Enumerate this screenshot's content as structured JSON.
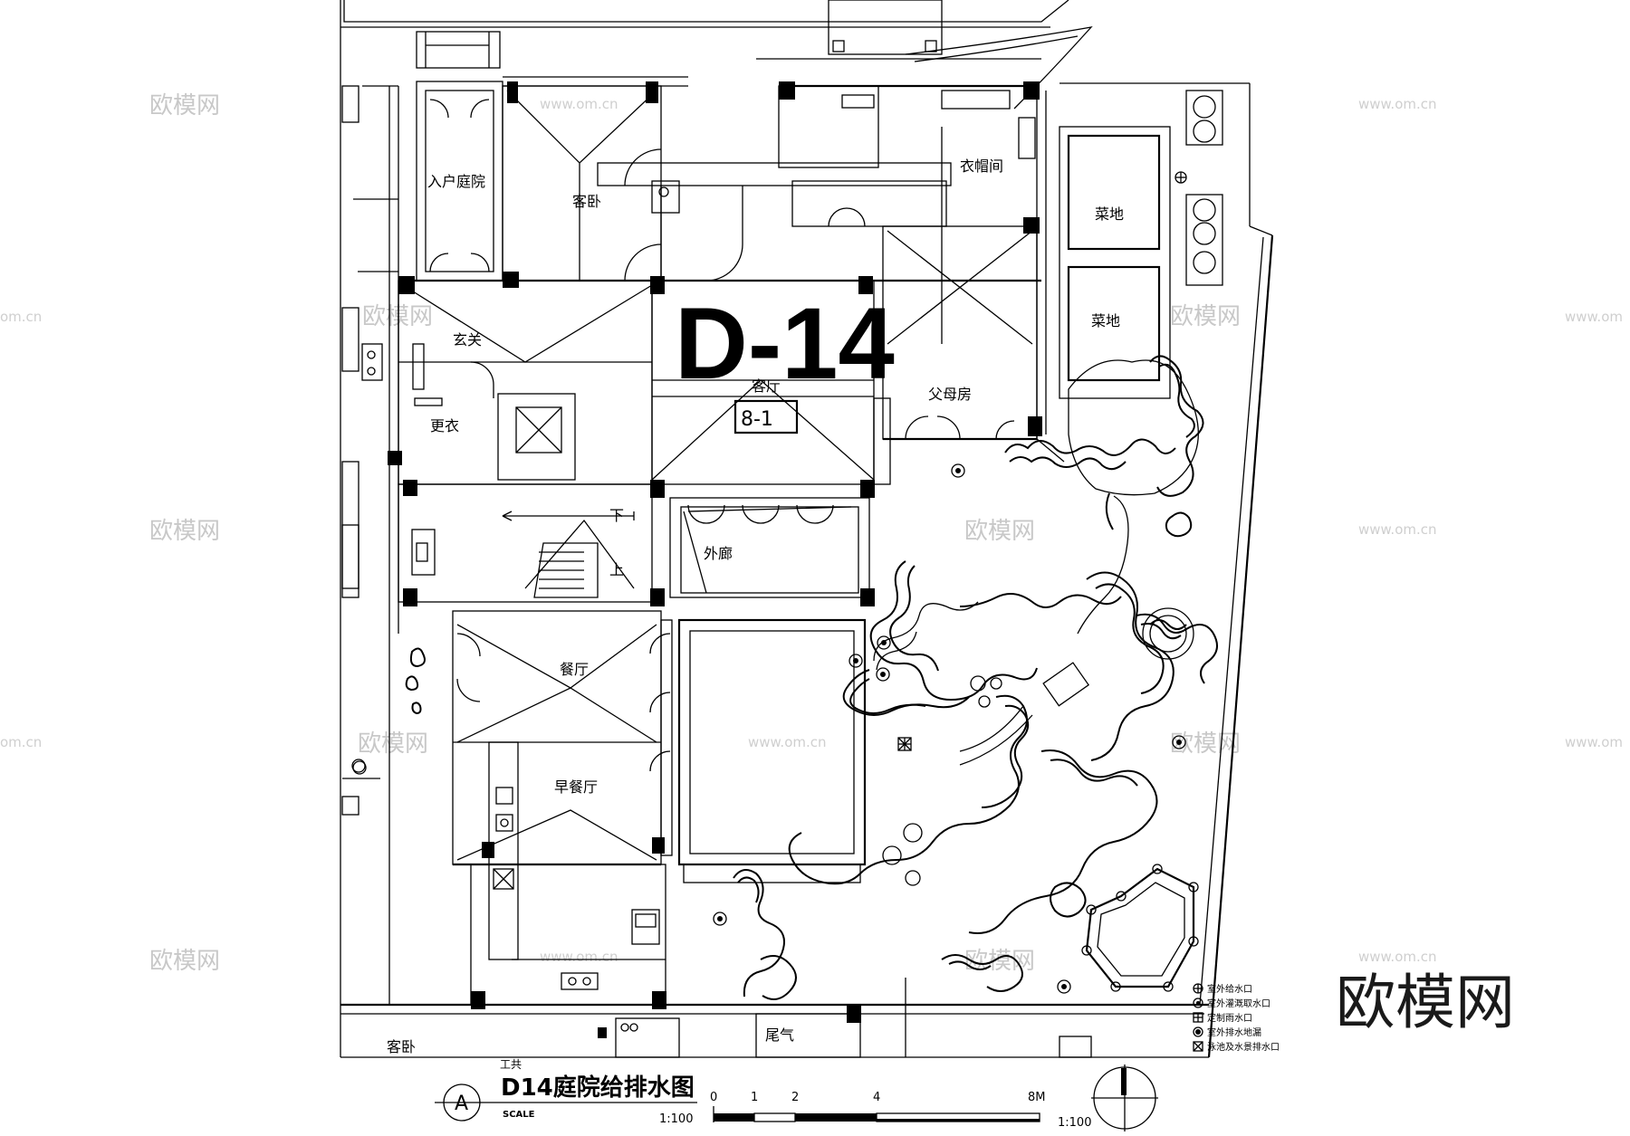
{
  "plan": {
    "code": "D-14",
    "sub_code": "8-1",
    "rooms": {
      "entry_courtyard": "入户庭院",
      "guest_bedroom": "客卧",
      "cloakroom": "衣帽间",
      "vegetable_plot_1": "菜地",
      "vegetable_plot_2": "菜地",
      "foyer": "玄关",
      "living_room": "客厅",
      "parents_room": "父母房",
      "changing_room": "更衣",
      "stair_down": "下",
      "stair_up": "上",
      "veranda": "外廊",
      "dining_room": "餐厅",
      "breakfast_room": "早餐厅",
      "guest_bedroom_lower": "客卧",
      "exhaust": "尾气",
      "partial_label": "工共"
    }
  },
  "legend": [
    {
      "icon": "outdoor-water-supply-icon",
      "text": "室外给水口"
    },
    {
      "icon": "outdoor-irrigation-icon",
      "text": "室外灌溉取水口"
    },
    {
      "icon": "custom-drain-icon",
      "text": "定制雨水口"
    },
    {
      "icon": "outdoor-floor-drain-icon",
      "text": "室外排水地漏"
    },
    {
      "icon": "pool-drain-icon",
      "text": "泳池及水景排水口"
    }
  ],
  "title_block": {
    "circle_letter": "A",
    "title": "D14庭院给排水图",
    "scale_label": "SCALE",
    "scale_value": "1:100",
    "bar_ticks": [
      "0",
      "1",
      "2",
      "4",
      "8M"
    ],
    "bar_scale": "1:100"
  },
  "watermark": {
    "brand": "欧模网",
    "url": "www.om.cn",
    "url_edge": "om.cn",
    "url_edge_right": "www.om"
  }
}
